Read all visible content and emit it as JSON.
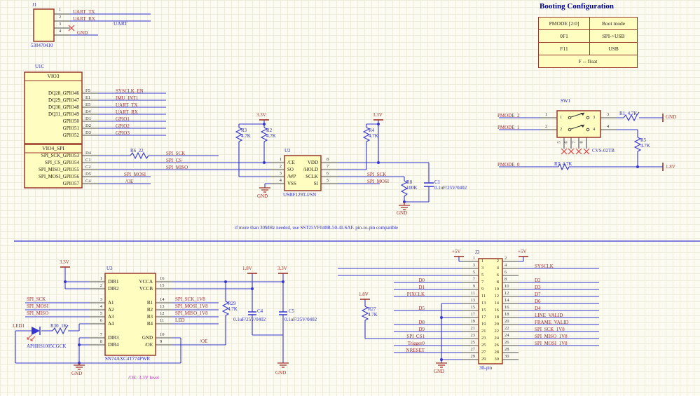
{
  "power": {
    "v33": "3.3V",
    "v5": "+5V",
    "v18": "1.8V",
    "gnd": "GND"
  },
  "nets": {
    "uart_tx": "UART_TX",
    "uart_rx": "UART_RX",
    "spi_sck": "SPI_SCK",
    "spi_cs": "SPI_CS",
    "spi_miso": "SPI_MISO",
    "spi_mosi": "SPI_MOSI",
    "oe": "/OE",
    "pmode2": "PMODE_2",
    "pmode1": "PMODE_1",
    "pmode0": "PMODE_0",
    "sck18": "SPI_SCK_1V8",
    "mosi18": "SPI_MOSI_1V8",
    "miso18": "SPI_MISO_1V8",
    "led": "LED"
  },
  "j1": {
    "ref": "J1",
    "part": "530470410",
    "pins": [
      "1",
      "2",
      "3",
      "4"
    ],
    "section": "UART"
  },
  "boot": {
    "title": "Booting Configuration",
    "rows": [
      {
        "c1": "PMODE [2:0]",
        "c2": "Boot mode"
      },
      {
        "c1": "0F1",
        "c2": "SPI->USB"
      },
      {
        "c1": "F11",
        "c2": "USB"
      }
    ],
    "footer": "F -- float"
  },
  "u1c": {
    "ref": "U1C",
    "hdr1": "VIO3",
    "hdr2": "VIO4_SPI",
    "vio3": [
      {
        "name": "DQ28_GPIO46",
        "des": "F5",
        "net": "SYSCLK_EN"
      },
      {
        "name": "DQ29_GPIO47",
        "des": "E1",
        "net": "IMU_INT1"
      },
      {
        "name": "DQ30_GPIO48",
        "des": "E5",
        "net": "UART_TX"
      },
      {
        "name": "DQ31_GPIO49",
        "des": "E4",
        "net": "UART_RX"
      },
      {
        "name": "GPIO50",
        "des": "D1",
        "net": "GPIO1"
      },
      {
        "name": "GPIO51",
        "des": "D2",
        "net": "GPIO2"
      },
      {
        "name": "GPIO52",
        "des": "D3",
        "net": "GPIO3"
      }
    ],
    "vio4": [
      {
        "name": "SPI_SCK_GPIO53",
        "des": "D4"
      },
      {
        "name": "SPI_CS_GPIO54",
        "des": "C1"
      },
      {
        "name": "SPI_MISO_GPIO55",
        "des": "C2"
      },
      {
        "name": "SPI_MOSI_GPIO56",
        "des": "D5"
      },
      {
        "name": "GPIO57",
        "des": "C4"
      }
    ]
  },
  "r6": {
    "label": "R6  22"
  },
  "r2": {
    "ref": "R2",
    "val": "4.7K"
  },
  "r3": {
    "ref": "R3",
    "val": "4.7K"
  },
  "r4": {
    "ref": "R4",
    "val": "4.7K"
  },
  "r8": {
    "ref": "R8",
    "val": "100K"
  },
  "u2": {
    "ref": "U2",
    "part": "USBF129T-I/SN",
    "left": [
      {
        "n": "1",
        "name": "/CE"
      },
      {
        "n": "2",
        "name": "SO"
      },
      {
        "n": "3",
        "name": "/WP"
      },
      {
        "n": "4",
        "name": "VSS"
      }
    ],
    "right": [
      {
        "n": "8",
        "name": "VDD"
      },
      {
        "n": "7",
        "name": "/HOLD"
      },
      {
        "n": "6",
        "name": "SCLK"
      },
      {
        "n": "5",
        "name": "SI"
      }
    ]
  },
  "c1": {
    "ref": "C1",
    "val": "0.1uF/25V/0402"
  },
  "note": "if more than 30MHz needed, use SST25VF040B-50-4I-SAF. pin-to-pin compatible",
  "sw1": {
    "ref": "SW1",
    "part": "CVS-02TB",
    "in_l": [
      "1",
      "2"
    ],
    "in_r": [
      "3",
      "4"
    ],
    "out_l": [
      "1",
      "2"
    ],
    "out_r": [
      "3",
      "4"
    ],
    "bottom": [
      "5",
      "6",
      "7",
      "8"
    ],
    "r1": "R1  4.7K",
    "r7": "R7  4.7K",
    "r5": {
      "ref": "R5",
      "val": "4.7K"
    }
  },
  "u3": {
    "ref": "U3",
    "part": "SN74AXC4T774PWR",
    "grp1": [
      {
        "n": "1",
        "name": "DIR1"
      },
      {
        "n": "2",
        "name": "DIR2"
      }
    ],
    "grp2": [
      {
        "n": "3",
        "name": "A1"
      },
      {
        "n": "4",
        "name": "A2"
      },
      {
        "n": "5",
        "name": "A3"
      },
      {
        "n": "6",
        "name": "A4"
      }
    ],
    "grp3": [
      {
        "n": "7",
        "name": "DIR3"
      },
      {
        "n": "8",
        "name": "DIR4"
      }
    ],
    "grp4": [
      {
        "n": "16",
        "name": "VCCA"
      },
      {
        "n": "15",
        "name": "VCCB"
      }
    ],
    "grp5": [
      {
        "n": "14",
        "name": "B1"
      },
      {
        "n": "13",
        "name": "B2"
      },
      {
        "n": "12",
        "name": "B3"
      },
      {
        "n": "11",
        "name": "B4"
      }
    ],
    "grp6": [
      {
        "n": "10",
        "name": "GND"
      },
      {
        "n": "9",
        "name": "/OE"
      }
    ],
    "oe_note": "/OE: 3.3V level"
  },
  "led1": {
    "ref": "LED1",
    "part": "APHHS1005CGCK",
    "r30": "R30  1K"
  },
  "r29": {
    "ref": "R29",
    "val": "4.7K"
  },
  "r27": {
    "ref": "R27",
    "val": "4.7K"
  },
  "c4": {
    "ref": "C4",
    "val": "0.1uF/25V/0402"
  },
  "c5": {
    "ref": "C5",
    "val": "0.1uF/25V/0402"
  },
  "j3": {
    "ref": "J3",
    "part": "30-pin",
    "in_l": [
      "1",
      "3",
      "5",
      "7",
      "9",
      "11",
      "13",
      "15",
      "17",
      "19",
      "21",
      "23",
      "25",
      "27",
      "29"
    ],
    "in_r": [
      "2",
      "4",
      "6",
      "8",
      "10",
      "12",
      "14",
      "16",
      "18",
      "20",
      "22",
      "24",
      "26",
      "28",
      "30"
    ],
    "out_l": [
      "1",
      "3",
      "5",
      "7",
      "9",
      "11",
      "13",
      "15",
      "17",
      "19",
      "21",
      "23",
      "25",
      "27",
      "29"
    ],
    "out_r": [
      "2",
      "4",
      "6",
      "8",
      "10",
      "12",
      "14",
      "16",
      "18",
      "20",
      "22",
      "24",
      "26",
      "28",
      "30"
    ],
    "left_labels": [
      "",
      "",
      "",
      "D0",
      "D1",
      "PIXCLK",
      "",
      "D5",
      "",
      "D8",
      "D9",
      "SPI_CS1",
      "Trigger0",
      "NRESET",
      ""
    ],
    "right_labels": [
      "",
      "SYSCLK",
      "",
      "D2",
      "D3",
      "D7",
      "D6",
      "D4",
      "LINE_VALID",
      "FRAME_VALID",
      "SPI_SCK_1V8",
      "SPI_MISO_1V8",
      "SPI_MOSI_1V8",
      "",
      ""
    ]
  }
}
